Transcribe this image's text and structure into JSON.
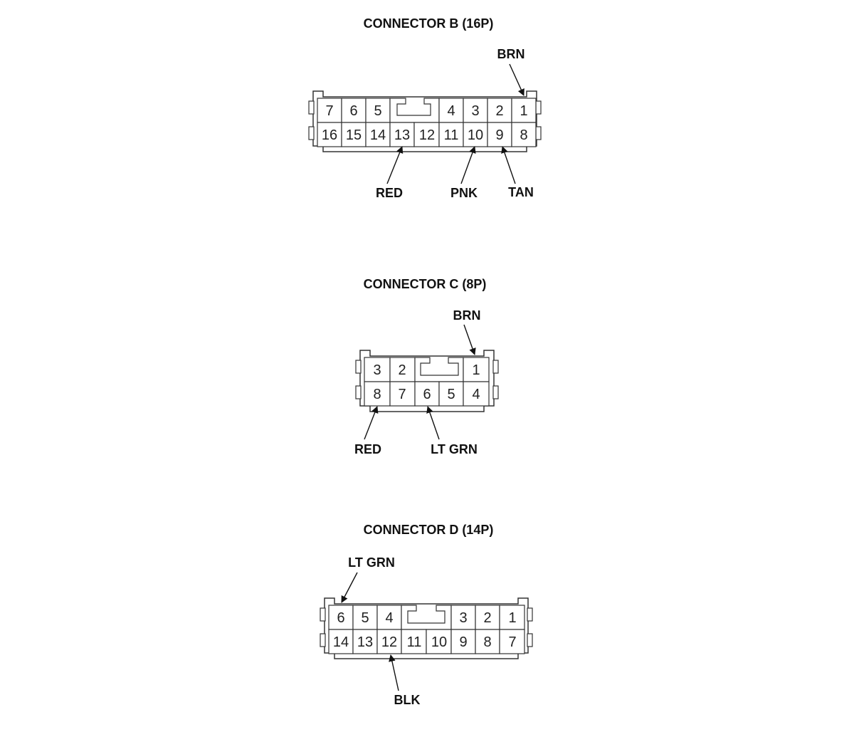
{
  "connectors": [
    {
      "id": "B",
      "title": "CONNECTOR B (16P)",
      "top_row": [
        "7",
        "6",
        "5",
        "",
        "4",
        "3",
        "2",
        "1"
      ],
      "bottom_row": [
        "16",
        "15",
        "14",
        "13",
        "12",
        "11",
        "10",
        "9",
        "8"
      ],
      "wires": [
        {
          "label": "BRN",
          "pin": "1"
        },
        {
          "label": "RED",
          "pin": "13"
        },
        {
          "label": "PNK",
          "pin": "10"
        },
        {
          "label": "TAN",
          "pin": "9"
        }
      ]
    },
    {
      "id": "C",
      "title": "CONNECTOR C (8P)",
      "top_row": [
        "3",
        "2",
        "",
        "1"
      ],
      "bottom_row": [
        "8",
        "7",
        "6",
        "5",
        "4"
      ],
      "wires": [
        {
          "label": "BRN",
          "pin": "1"
        },
        {
          "label": "RED",
          "pin": "8"
        },
        {
          "label": "LT GRN",
          "pin": "6"
        }
      ]
    },
    {
      "id": "D",
      "title": "CONNECTOR D (14P)",
      "top_row": [
        "6",
        "5",
        "4",
        "",
        "3",
        "2",
        "1"
      ],
      "bottom_row": [
        "14",
        "13",
        "12",
        "11",
        "10",
        "9",
        "8",
        "7"
      ],
      "wires": [
        {
          "label": "LT GRN",
          "pin": "6"
        },
        {
          "label": "BLK",
          "pin": "12"
        }
      ]
    }
  ]
}
